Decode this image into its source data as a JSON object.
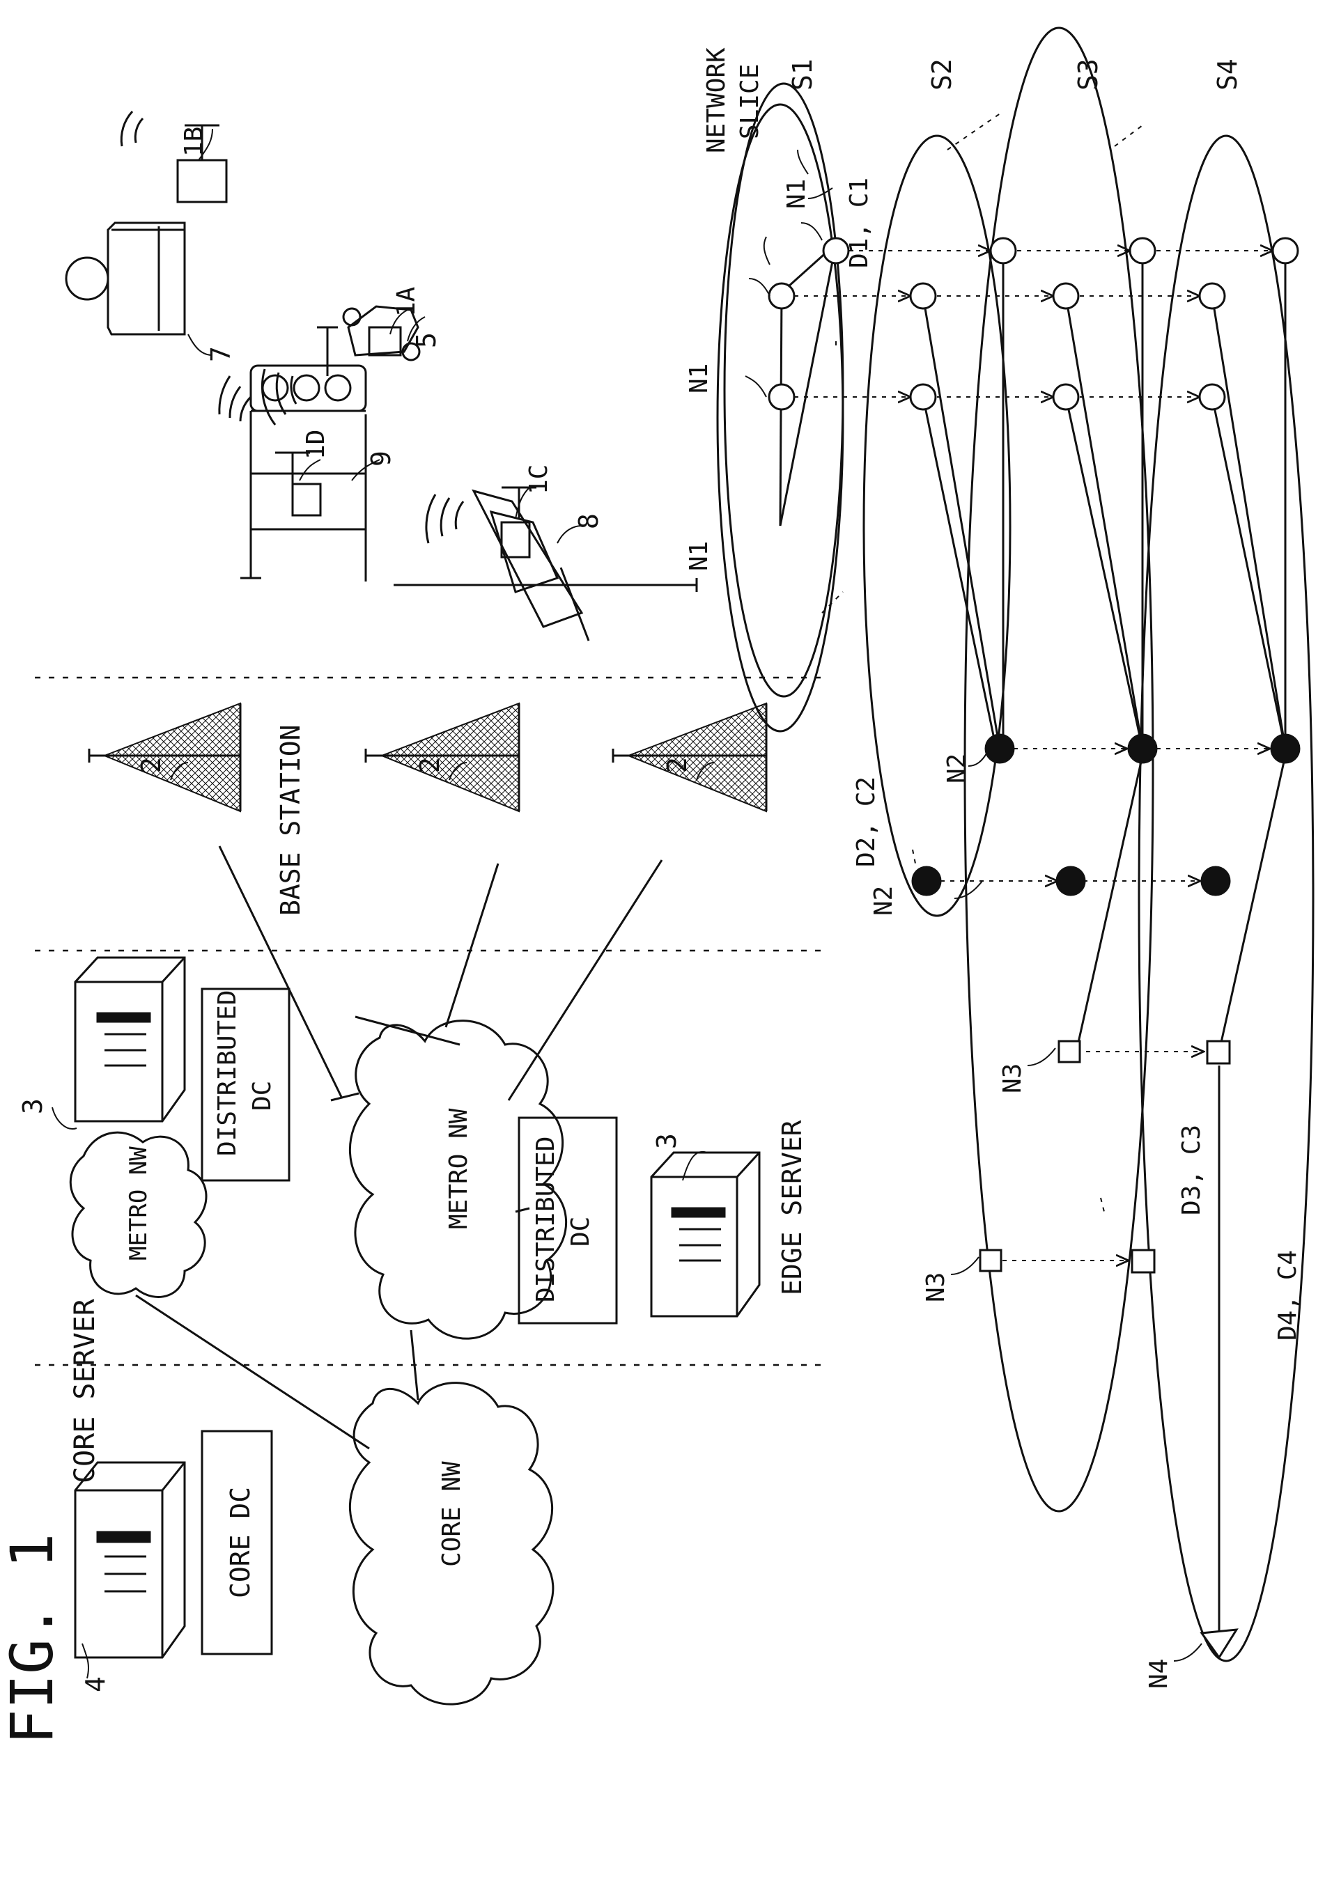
{
  "figure": {
    "fig_label": "FIG. 1"
  },
  "servers": {
    "core_server_label": "CORE SERVER",
    "core_server_ref": "4",
    "core_dc_label": "CORE DC",
    "edge_server_label": "EDGE SERVER",
    "edge_server_ref": "3",
    "upper_server_ref": "3"
  },
  "networks": {
    "core_nw": "CORE NW",
    "metro_nw_small": "METRO NW",
    "metro_nw_main": "METRO NW",
    "distributed_dc_top_line1": "DISTRIBUTED",
    "distributed_dc_top_line2": "DC",
    "distributed_dc_bottom_line1": "DISTRIBUTED",
    "distributed_dc_bottom_line2": "DC"
  },
  "base_stations": {
    "label": "BASE STATION",
    "ref": "2"
  },
  "devices": {
    "vehicle_ref": "5",
    "vehicle_device_ref": "1A",
    "person_ref": "7",
    "person_device_ref": "1B",
    "camera_ref": "8",
    "camera_device_ref": "1C",
    "signal_ref": "9",
    "signal_device_ref": "1D"
  },
  "slices": {
    "header_line1": "NETWORK",
    "header_line2": "SLICE",
    "s1": "S1",
    "s2": "S2",
    "s3": "S3",
    "s4": "S4"
  },
  "domains": {
    "d1": "D1, C1",
    "d2": "D2, C2",
    "d3": "D3, C3",
    "d4": "D4, C4"
  },
  "nodes": {
    "n1": "N1",
    "n2": "N2",
    "n3": "N3",
    "n4": "N4"
  }
}
